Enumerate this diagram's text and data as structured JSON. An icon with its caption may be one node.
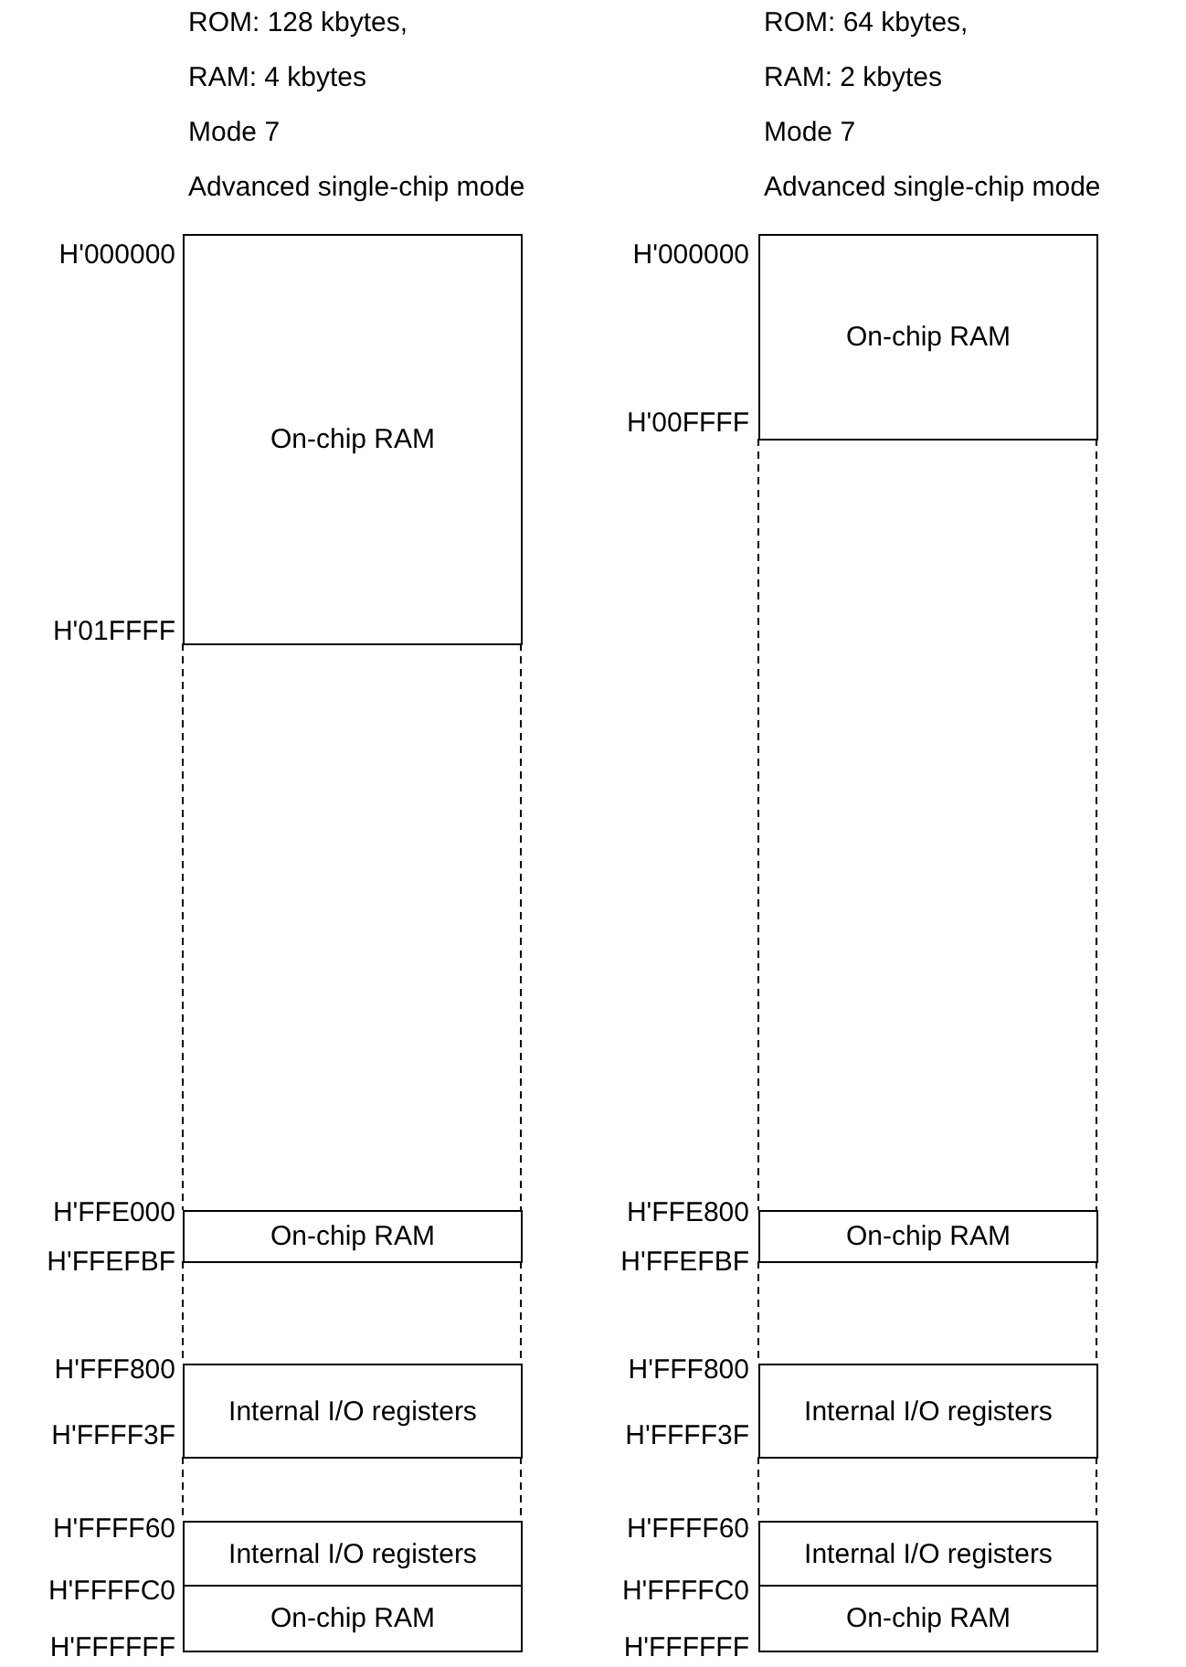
{
  "diagram": {
    "nodes": [
      {
        "text": [
          "On-chip RAM"
        ],
        "beside": [
          "H'000000",
          "H'01FFFF"
        ]
      },
      {
        "text": [
          "On-chip RAM"
        ],
        "beside": [
          "H'000000",
          "H'00FFFF"
        ]
      },
      {
        "text": [
          "On-chip RAM"
        ],
        "beside": [
          "H'FFE000",
          "H'FFEFBF"
        ]
      },
      {
        "text": [
          "On-chip RAM"
        ],
        "beside": [
          "H'FFE800",
          "H'FFEFBF"
        ]
      },
      {
        "text": [
          "Internal I/O registers"
        ],
        "beside": [
          "H'FFF800",
          "H'FFFF3F"
        ]
      },
      {
        "text": [
          "Internal I/O registers"
        ],
        "beside": [
          "H'FFF800",
          "H'FFFF3F"
        ]
      },
      {
        "text": [
          "Internal I/O registers"
        ],
        "beside": [
          "H'FFFF60"
        ]
      },
      {
        "text": [
          "Internal I/O registers"
        ],
        "beside": [
          "H'FFFF60"
        ]
      },
      {
        "text": [
          "On-chip RAM"
        ],
        "beside": [
          "H'FFFFC0",
          "H'FFFFFF"
        ]
      },
      {
        "text": [
          "On-chip RAM"
        ],
        "beside": [
          "H'FFFFC0",
          "H'FFFFFF"
        ]
      }
    ],
    "labels": [
      "ROM: 128 kbytes,",
      "ROM: 64 kbytes,",
      "RAM: 4 kbytes",
      "RAM: 2 kbytes",
      "Mode 7",
      "Mode 7",
      "Advanced single-chip mode",
      "Advanced single-chip mode"
    ]
  }
}
